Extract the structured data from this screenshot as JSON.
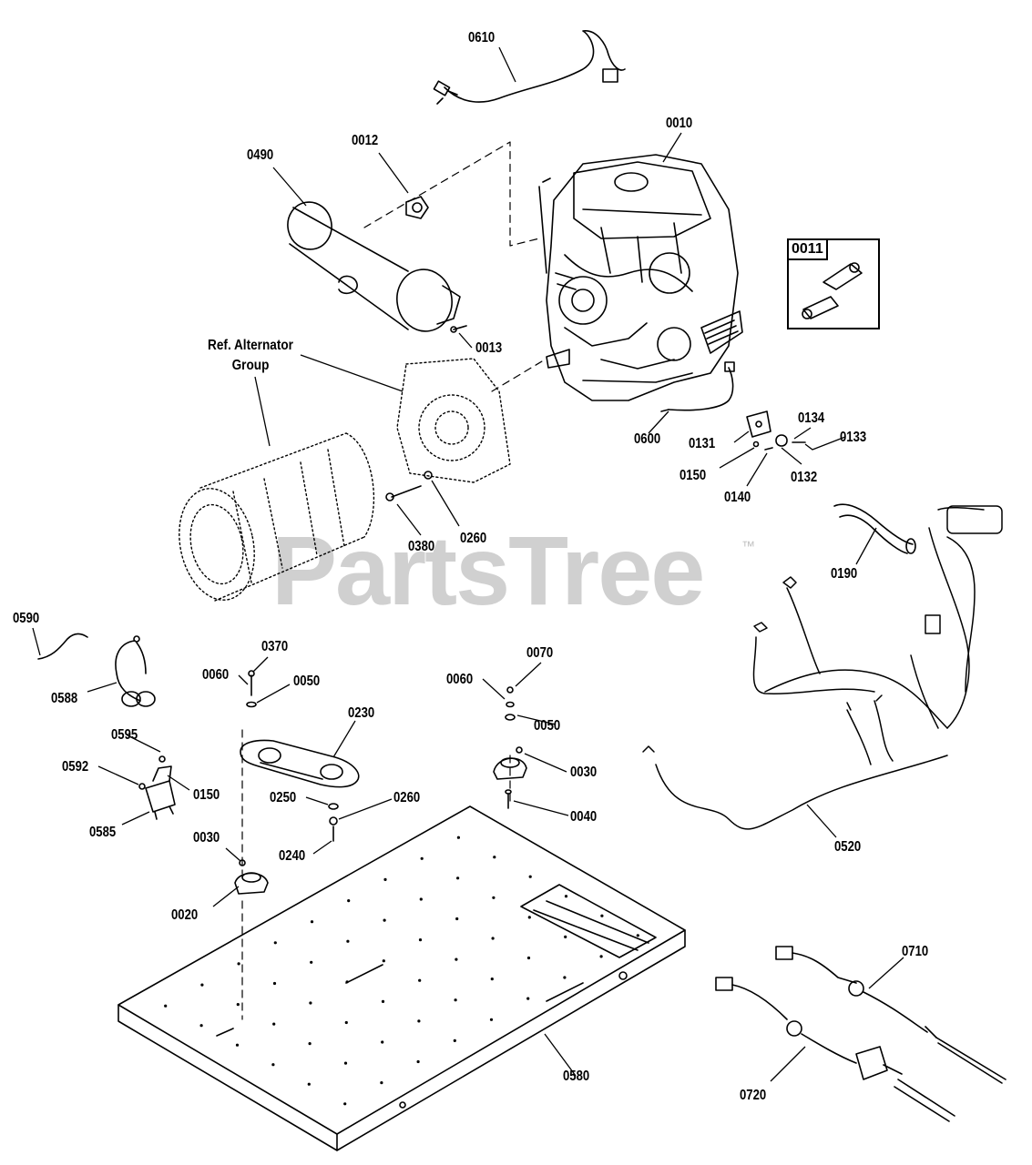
{
  "watermark": {
    "text": "PartsTree",
    "trademark": "™"
  },
  "reference_group": {
    "line1": "Ref. Alternator",
    "line2": "Group"
  },
  "kit_box": {
    "label": "0011"
  },
  "callouts": {
    "c0610": "0610",
    "c0010": "0010",
    "c0012": "0012",
    "c0490": "0490",
    "c0013": "0013",
    "c0600": "0600",
    "c0131": "0131",
    "c0134": "0134",
    "c0133": "0133",
    "c0132": "0132",
    "c0150a": "0150",
    "c0140": "0140",
    "c0380": "0380",
    "c0260a": "0260",
    "c0190": "0190",
    "c0590": "0590",
    "c0588": "0588",
    "c0370": "0370",
    "c0060a": "0060",
    "c0050a": "0050",
    "c0230": "0230",
    "c0060b": "0060",
    "c0070": "0070",
    "c0050b": "0050",
    "c0595": "0595",
    "c0592": "0592",
    "c0150b": "0150",
    "c0585": "0585",
    "c0250": "0250",
    "c0260b": "0260",
    "c0240": "0240",
    "c0030a": "0030",
    "c0040": "0040",
    "c0030b": "0030",
    "c0020": "0020",
    "c0520": "0520",
    "c0710": "0710",
    "c0720": "0720",
    "c0580": "0580"
  }
}
